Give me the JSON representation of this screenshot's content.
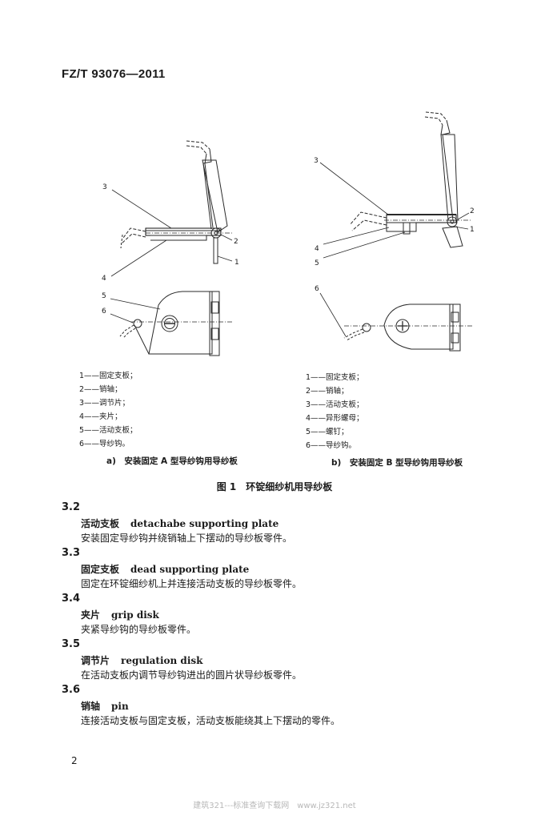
{
  "header": {
    "standard_code": "FZ/T 93076—2011"
  },
  "figure": {
    "title": "图 1　环锭细纱机用导纱板",
    "panel_a": {
      "callouts": [
        "1",
        "2",
        "3",
        "4",
        "5",
        "6"
      ],
      "legend": [
        "1——固定支板；",
        "2——销轴；",
        "3——调节片；",
        "4——夹片；",
        "5——活动支板；",
        "6——导纱钩。"
      ],
      "caption": "a)　安装固定 A 型导纱钩用导纱板"
    },
    "panel_b": {
      "callouts": [
        "1",
        "2",
        "3",
        "4",
        "5",
        "6"
      ],
      "legend": [
        "1——固定支板；",
        "2——销轴；",
        "3——活动支板；",
        "4——异形螺母；",
        "5——螺钉；",
        "6——导纱钩。"
      ],
      "caption": "b)　安装固定 B 型导纱钩用导纱板"
    }
  },
  "clauses": [
    {
      "number": "3.2",
      "term_zh": "活动支板",
      "term_en": "detachabe supporting plate",
      "definition": "安装固定导纱钩并绕销轴上下摆动的导纱板零件。"
    },
    {
      "number": "3.3",
      "term_zh": "固定支板",
      "term_en": "dead supporting plate",
      "definition": "固定在环锭细纱机上并连接活动支板的导纱板零件。"
    },
    {
      "number": "3.4",
      "term_zh": "夹片",
      "term_en": "grip disk",
      "definition": "夹紧导纱钩的导纱板零件。"
    },
    {
      "number": "3.5",
      "term_zh": "调节片",
      "term_en": "regulation disk",
      "definition": "在活动支板内调节导纱钩进出的圆片状导纱板零件。"
    },
    {
      "number": "3.6",
      "term_zh": "销轴",
      "term_en": "pin",
      "definition": "连接活动支板与固定支板，活动支板能绕其上下摆动的零件。"
    }
  ],
  "footer": {
    "page_number": "2",
    "watermark": "建筑321---标准查询下载网　www.jz321.net"
  }
}
